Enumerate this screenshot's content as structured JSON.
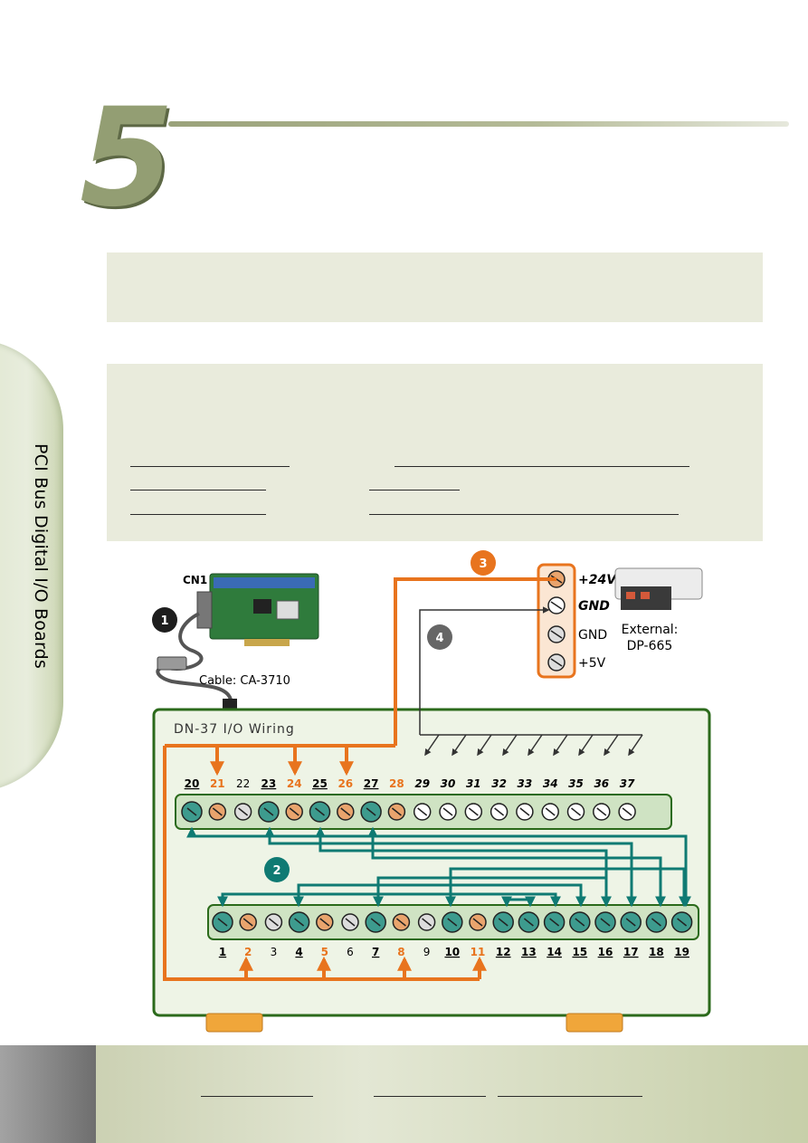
{
  "chapter": {
    "number": "5"
  },
  "side_tab": {
    "label": "PCI Bus Digital I/O Boards"
  },
  "figure": {
    "steps": [
      "1",
      "2",
      "3",
      "4"
    ],
    "board_connector": "CN1",
    "cable_label": "Cable: CA-3710",
    "power_supply": {
      "terminals": [
        "+24V",
        "GND",
        "GND",
        "+5V"
      ],
      "external_label": [
        "External:",
        "DP-665"
      ]
    },
    "terminal_board": {
      "title": "DN-37 I/O Wiring",
      "top_row_pins": [
        "20",
        "21",
        "22",
        "23",
        "24",
        "25",
        "26",
        "27",
        "28",
        "29",
        "30",
        "31",
        "32",
        "33",
        "34",
        "35",
        "36",
        "37"
      ],
      "bottom_row_pins": [
        "1",
        "2",
        "3",
        "4",
        "5",
        "6",
        "7",
        "8",
        "9",
        "10",
        "11",
        "12",
        "13",
        "14",
        "15",
        "16",
        "17",
        "18",
        "19"
      ]
    }
  },
  "colors": {
    "accent_green": "#939e73",
    "teal": "#0f7a73",
    "orange": "#e8741e",
    "board_border": "#2b6a1b",
    "board_fill": "#eef4e6"
  }
}
